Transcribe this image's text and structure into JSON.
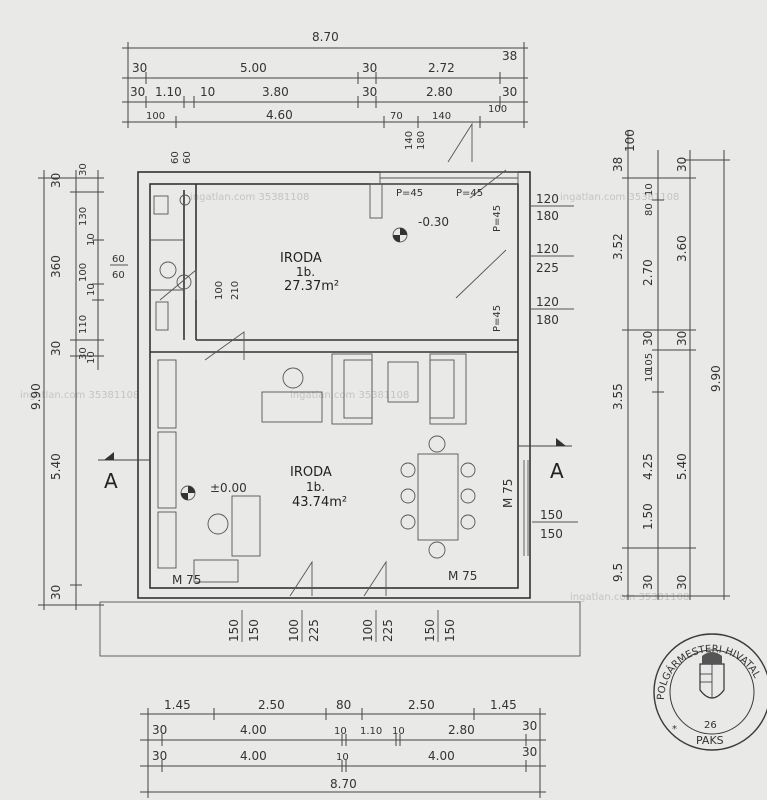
{
  "top_dims": {
    "total": "8.70",
    "row1": [
      "30",
      "5.00",
      "30",
      "2.72",
      "38"
    ],
    "row2": [
      "30",
      "1.10",
      "10",
      "3.80",
      "30",
      "2.80",
      "30"
    ],
    "row3": [
      "100",
      "4.60",
      "70",
      "140",
      "100"
    ]
  },
  "bottom_dims": {
    "row1": [
      "1.45",
      "2.50",
      "80",
      "2.50",
      "1.45"
    ],
    "row2": [
      "30",
      "4.00",
      "10",
      "1.10",
      "10",
      "2.80",
      "30"
    ],
    "row3": [
      "30",
      "4.00",
      "10",
      "4.00",
      "30"
    ],
    "total": "8.70"
  },
  "left_dims": {
    "total": "9.90",
    "row1": [
      "30",
      "360",
      "30",
      "5.40",
      "30"
    ],
    "row2": [
      "30",
      "130",
      "10",
      "100",
      "10",
      "110",
      "30",
      "10"
    ],
    "small": [
      "60",
      "60",
      "60",
      "60",
      "100",
      "210"
    ]
  },
  "right_dims": {
    "total": "9.90",
    "row1": [
      "38",
      "3.52",
      "3.55",
      "9.5"
    ],
    "row2": [
      "100",
      "10",
      "80",
      "2.70",
      "30",
      "10",
      "105",
      "4.25",
      "1.50",
      "30"
    ],
    "row3": [
      "30",
      "3.60",
      "30",
      "5.40",
      "30"
    ]
  },
  "rooms": [
    {
      "name": "IRODA",
      "number": "1b.",
      "area": "27.37m²"
    },
    {
      "name": "IRODA",
      "number": "1b.",
      "area": "43.74m²"
    }
  ],
  "levels": [
    "-0.30",
    "±0.00"
  ],
  "section_marks": [
    "A",
    "A"
  ],
  "openings": {
    "windows_right": [
      [
        "120",
        "180"
      ],
      [
        "120",
        "225"
      ],
      [
        "120",
        "180"
      ]
    ],
    "window_right_lower": [
      "150",
      "150"
    ],
    "bottom_sills": [
      [
        "150",
        "150"
      ],
      [
        "100",
        "225"
      ],
      [
        "100",
        "225"
      ],
      [
        "150",
        "150"
      ]
    ],
    "top_small": [
      "140",
      "180"
    ],
    "door_tags": [
      "P=45",
      "P=45",
      "P=45",
      "P=45"
    ],
    "wall_tags": [
      "M 75",
      "M 75",
      "M 75"
    ]
  },
  "stamp": {
    "text": "POLGÁRMESTERI HIVATAL",
    "number": "26",
    "city": "PAKS"
  },
  "watermark": "ingatlan.com 35381108"
}
